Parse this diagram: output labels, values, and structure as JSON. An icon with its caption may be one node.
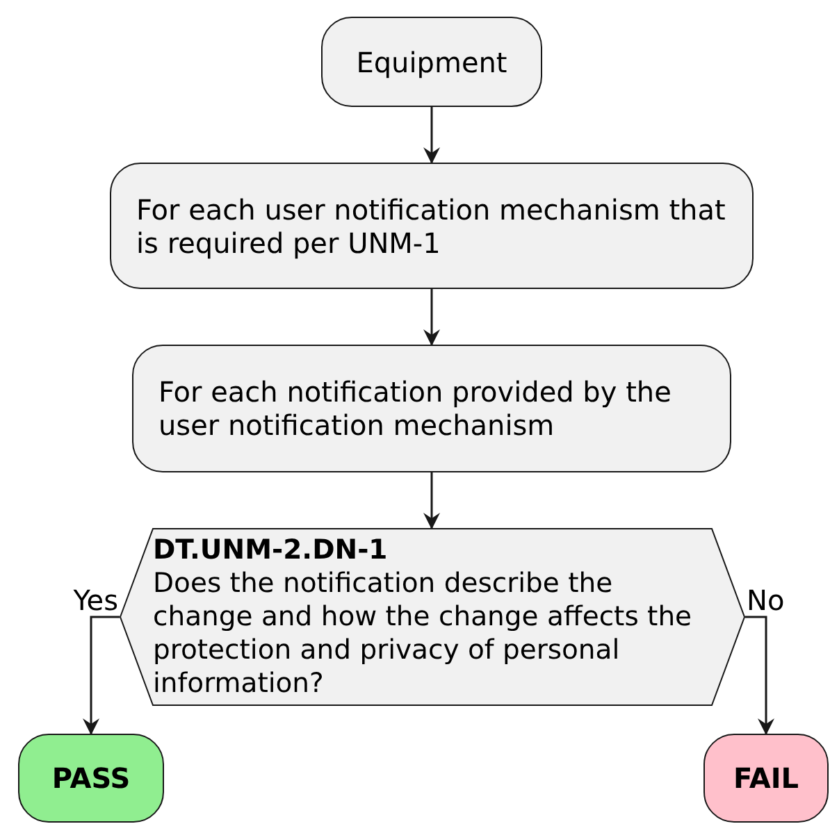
{
  "diagram": {
    "nodes": [
      {
        "text": [
          "Equipment"
        ]
      },
      {
        "text": [
          "For each user notification mechanism that is required per UNM-1"
        ]
      },
      {
        "text": [
          "For each notification provided by the user notification mechanism"
        ]
      },
      {
        "text": [
          "DT.UNM-2.DN-1",
          "Does the notification describe the change and how the change affects the protection and privacy of personal information?"
        ]
      },
      {
        "text": [
          "PASS"
        ]
      },
      {
        "text": [
          "FAIL"
        ]
      }
    ],
    "edges": [
      {
        "from": 0,
        "to": 1,
        "arrow": "to"
      },
      {
        "from": 1,
        "to": 2,
        "arrow": "to"
      },
      {
        "from": 2,
        "to": 3,
        "arrow": "to"
      },
      {
        "from": 3,
        "to": 4,
        "arrow": "to",
        "label": "Yes"
      },
      {
        "from": 3,
        "to": 5,
        "arrow": "to",
        "label": "No"
      }
    ]
  }
}
